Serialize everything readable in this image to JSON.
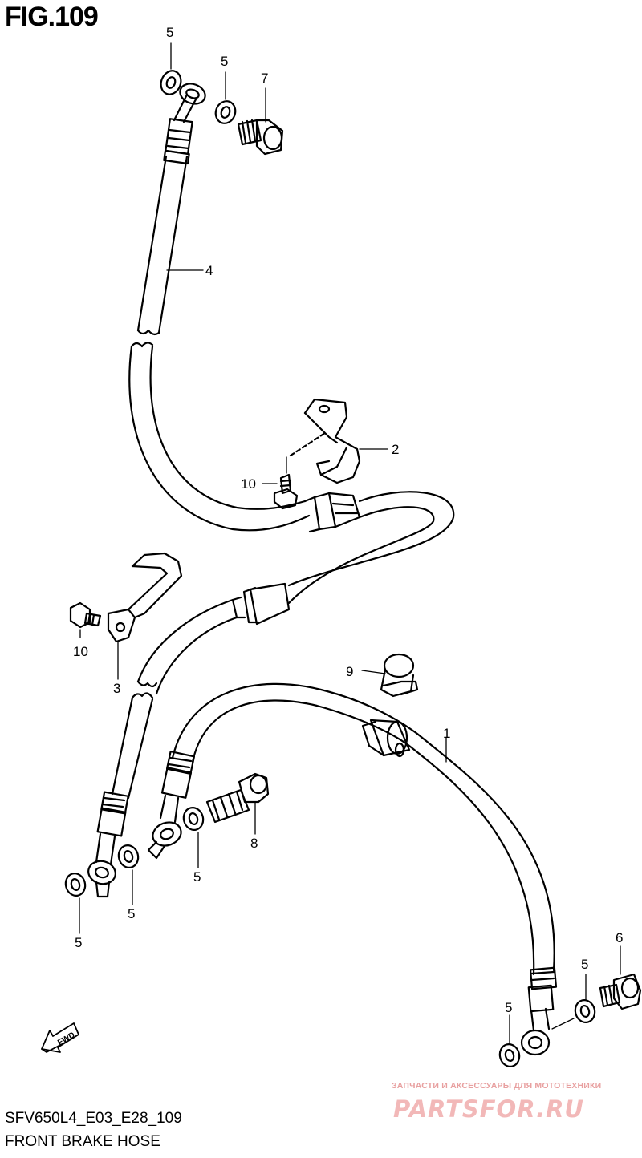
{
  "figure": {
    "title": "FIG.109"
  },
  "callouts": {
    "hose_1": "1",
    "clamp_2": "2",
    "clamp_3": "3",
    "hose_4": "4",
    "washer_a": "5",
    "washer_b": "5",
    "washer_c": "5",
    "washer_d": "5",
    "washer_e": "5",
    "washer_f": "5",
    "washer_g": "5",
    "bolt_6": "6",
    "bolt_7": "7",
    "bolt_8": "8",
    "clamp_9": "9",
    "bolt_10_upper": "10",
    "bolt_10_lower": "10"
  },
  "fwd_marker": "FWD",
  "footer": {
    "model_code": "SFV650L4_E03_E28_109",
    "caption": "FRONT BRAKE HOSE"
  },
  "watermark": {
    "tagline": "ЗАПЧАСТИ И АКСЕССУАРЫ ДЛЯ МОТОТЕХНИКИ",
    "logo": "PARTSFOR.RU"
  }
}
